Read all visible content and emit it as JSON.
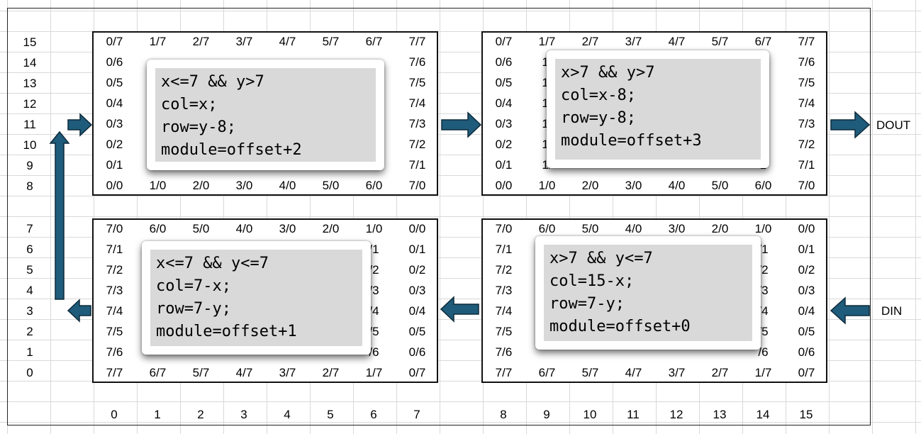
{
  "row_labels": [
    "15",
    "14",
    "13",
    "12",
    "11",
    "10",
    "9",
    "8",
    "7",
    "6",
    "5",
    "4",
    "3",
    "2",
    "1",
    "0"
  ],
  "col_labels": [
    "0",
    "1",
    "2",
    "3",
    "4",
    "5",
    "6",
    "7",
    "8",
    "9",
    "10",
    "11",
    "12",
    "13",
    "14",
    "15"
  ],
  "matrices": {
    "top_left": {
      "rows": [
        [
          "0/7",
          "1/7",
          "2/7",
          "3/7",
          "4/7",
          "5/7",
          "6/7",
          "7/7"
        ],
        [
          "0/6",
          "",
          "",
          "",
          "",
          "",
          "",
          "7/6"
        ],
        [
          "0/5",
          "",
          "",
          "",
          "",
          "",
          "",
          "7/5"
        ],
        [
          "0/4",
          "",
          "",
          "",
          "",
          "",
          "",
          "7/4"
        ],
        [
          "0/3",
          "",
          "",
          "",
          "",
          "",
          "",
          "7/3"
        ],
        [
          "0/2",
          "",
          "",
          "",
          "",
          "",
          "",
          "7/2"
        ],
        [
          "0/1",
          "",
          "",
          "",
          "",
          "",
          "",
          "7/1"
        ],
        [
          "0/0",
          "1/0",
          "2/0",
          "3/0",
          "4/0",
          "5/0",
          "6/0",
          "7/0"
        ]
      ]
    },
    "top_right": {
      "rows": [
        [
          "0/7",
          "1/7",
          "2/7",
          "3/7",
          "4/7",
          "5/7",
          "6/7",
          "7/7"
        ],
        [
          "0/6",
          "1/",
          "",
          "",
          "",
          "",
          "6",
          "7/6"
        ],
        [
          "0/5",
          "1/",
          "",
          "",
          "",
          "",
          "5",
          "7/5"
        ],
        [
          "0/4",
          "1/",
          "",
          "",
          "",
          "",
          "4",
          "7/4"
        ],
        [
          "0/3",
          "1/",
          "",
          "",
          "",
          "",
          "3",
          "7/3"
        ],
        [
          "0/2",
          "1/",
          "",
          "",
          "",
          "",
          "2",
          "7/2"
        ],
        [
          "0/1",
          "1/",
          "",
          "",
          "",
          "",
          "1",
          "7/1"
        ],
        [
          "0/0",
          "1/0",
          "2/0",
          "3/0",
          "4/0",
          "5/0",
          "6/0",
          "7/0"
        ]
      ]
    },
    "bottom_left": {
      "rows": [
        [
          "7/0",
          "6/0",
          "5/0",
          "4/0",
          "3/0",
          "2/0",
          "1/0",
          "0/0"
        ],
        [
          "7/1",
          "",
          "",
          "",
          "",
          "",
          "/1",
          "0/1"
        ],
        [
          "7/2",
          "",
          "",
          "",
          "",
          "",
          "/2",
          "0/2"
        ],
        [
          "7/3",
          "",
          "",
          "",
          "",
          "",
          "/3",
          "0/3"
        ],
        [
          "7/4",
          "",
          "",
          "",
          "",
          "",
          "/4",
          "0/4"
        ],
        [
          "7/5",
          "",
          "",
          "",
          "",
          "",
          "/5",
          "0/5"
        ],
        [
          "7/6",
          "",
          "",
          "",
          "",
          "",
          "/6",
          "0/6"
        ],
        [
          "7/7",
          "6/7",
          "5/7",
          "4/7",
          "3/7",
          "2/7",
          "1/7",
          "0/7"
        ]
      ]
    },
    "bottom_right": {
      "rows": [
        [
          "7/0",
          "6/0",
          "5/0",
          "4/0",
          "3/0",
          "2/0",
          "1/0",
          "0/0"
        ],
        [
          "7/1",
          "",
          "",
          "",
          "",
          "",
          "/1",
          "0/1"
        ],
        [
          "7/2",
          "",
          "",
          "",
          "",
          "",
          "/2",
          "0/2"
        ],
        [
          "7/3",
          "",
          "",
          "",
          "",
          "",
          "/3",
          "0/3"
        ],
        [
          "7/4",
          "",
          "",
          "",
          "",
          "",
          "/4",
          "0/4"
        ],
        [
          "7/5",
          "",
          "",
          "",
          "",
          "",
          "/5",
          "0/5"
        ],
        [
          "7/6",
          "",
          "",
          "",
          "",
          "",
          "/6",
          "0/6"
        ],
        [
          "7/7",
          "6/7",
          "5/7",
          "4/7",
          "3/7",
          "2/7",
          "1/7",
          "0/7"
        ]
      ]
    }
  },
  "notes": {
    "top_left": [
      "x<=7 && y>7",
      "col=x;",
      "row=y-8;",
      "module=offset+2"
    ],
    "top_right": [
      "x>7 && y>7",
      "col=x-8;",
      "row=y-8;",
      "module=offset+3"
    ],
    "bottom_left": [
      "x<=7 && y<=7",
      "col=7-x;",
      "row=7-y;",
      "module=offset+1"
    ],
    "bottom_right": [
      "x>7 && y<=7",
      "col=15-x;",
      "row=7-y;",
      "module=offset+0"
    ]
  },
  "labels": {
    "dout": "DOUT",
    "din": "DIN"
  },
  "colors": {
    "arrow_fill": "#1f5b7a",
    "arrow_stroke": "#0d2a3a",
    "note_fill": "#d9d9d9"
  }
}
